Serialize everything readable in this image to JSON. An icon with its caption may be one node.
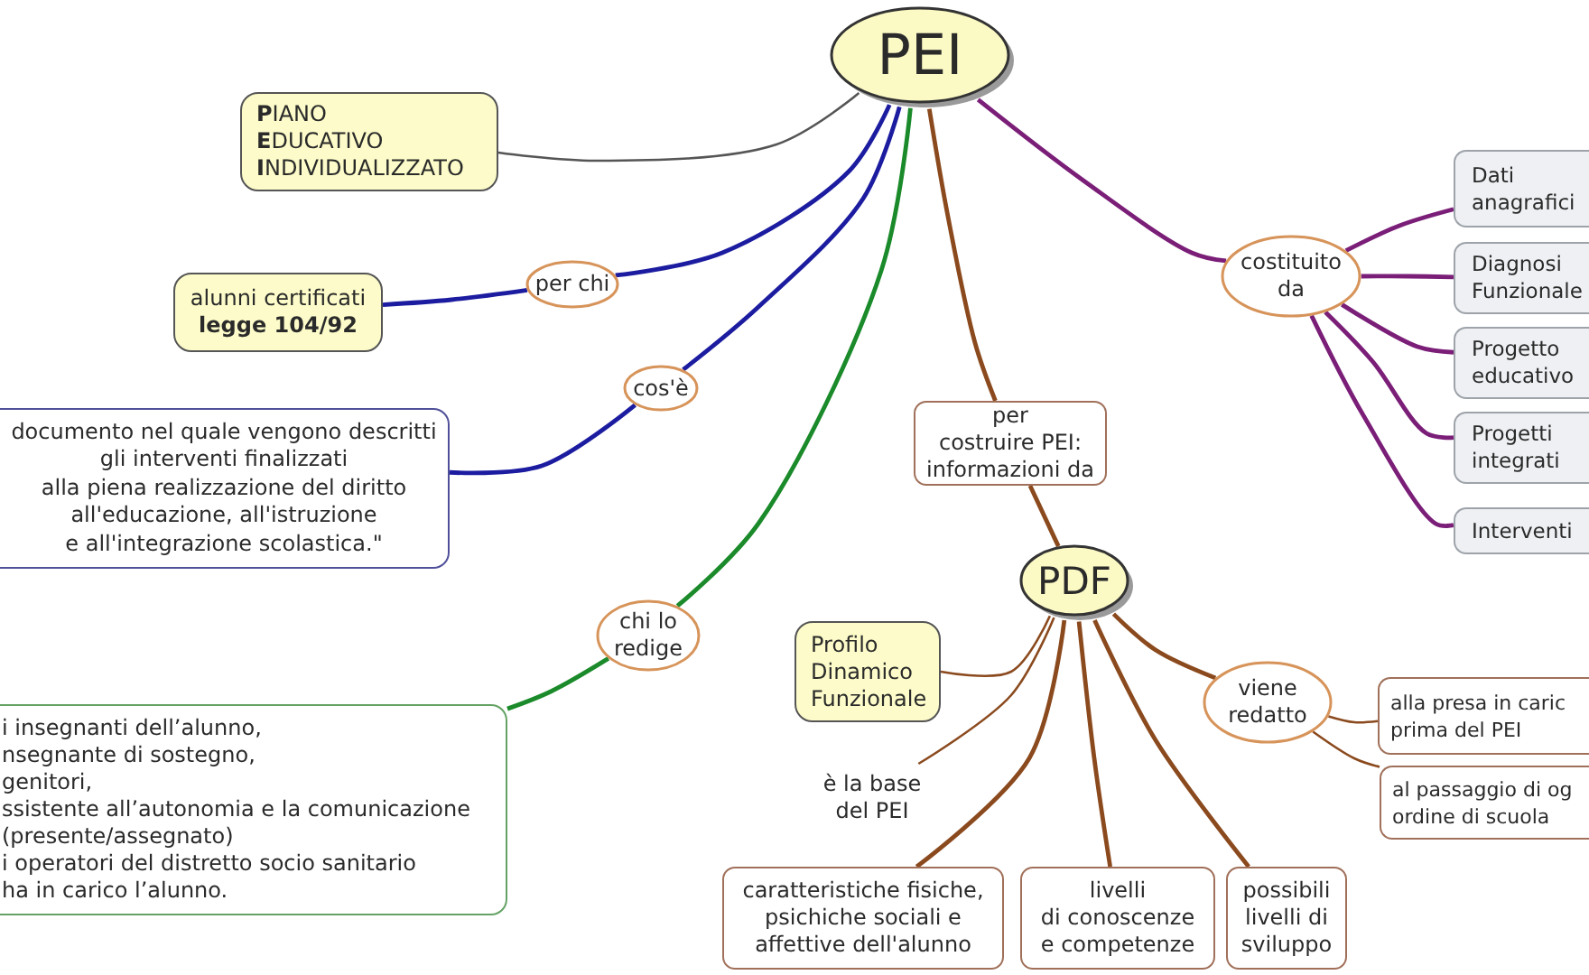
{
  "diagram": {
    "nodes": [
      {
        "text": [
          "PEI"
        ]
      },
      {
        "text": [
          "**P**IANO **E**DUCATIVO **I**NDIVIDUALIZZATO"
        ]
      },
      {
        "text": [
          "per chi"
        ]
      },
      {
        "text": [
          "alunni certificati **legge 104/92**"
        ]
      },
      {
        "text": [
          "cos'è"
        ]
      },
      {
        "text": [
          "documento nel quale vengono descritti gli interventi finalizzati alla piena realizzazione del diritto all'educazione, all'istruzione e all'integrazione scolastica.\""
        ]
      },
      {
        "text": [
          "chi lo redige"
        ]
      },
      {
        "text": [
          "i insegnanti dell’alunno, nsegnante di sostegno, genitori, ssistente all’autonomia e la comunicazione (presente/assegnato) i operatori del distretto socio sanitario ha in carico l’alunno."
        ]
      },
      {
        "text": [
          "per costruire PEI: informazioni da"
        ]
      },
      {
        "text": [
          "costituito da"
        ]
      },
      {
        "text": [
          "Dati anagrafici"
        ]
      },
      {
        "text": [
          "Diagnosi Funzionale"
        ]
      },
      {
        "text": [
          "Progetto educativo"
        ]
      },
      {
        "text": [
          "Progetti integrati"
        ]
      },
      {
        "text": [
          "Interventi"
        ]
      },
      {
        "text": [
          "PDF"
        ]
      },
      {
        "text": [
          "Profilo Dinamico Funzionale"
        ]
      },
      {
        "text": [
          "è la base del PEI"
        ]
      },
      {
        "text": [
          "viene redatto"
        ]
      },
      {
        "text": [
          "alla presa in caric prima del PEI"
        ]
      },
      {
        "text": [
          "al passaggio di og ordine di scuola"
        ]
      },
      {
        "text": [
          "caratteristiche fisiche, psichiche sociali e affettive dell'alunno"
        ]
      },
      {
        "text": [
          "livelli di conoscenze e competenze"
        ]
      },
      {
        "text": [
          "possibili livelli di sviluppo"
        ]
      }
    ],
    "edges": [
      {
        "from": 0,
        "to": 1,
        "arrow": "none",
        "color": "#555555"
      },
      {
        "from": 0,
        "to": 2,
        "arrow": "none",
        "color": "#1c1ca0"
      },
      {
        "from": 2,
        "to": 3,
        "arrow": "none",
        "color": "#1c1ca0"
      },
      {
        "from": 0,
        "to": 4,
        "arrow": "none",
        "color": "#1c1ca0"
      },
      {
        "from": 4,
        "to": 5,
        "arrow": "none",
        "color": "#1c1ca0"
      },
      {
        "from": 0,
        "to": 6,
        "arrow": "none",
        "color": "#1a8a2a"
      },
      {
        "from": 6,
        "to": 7,
        "arrow": "none",
        "color": "#1a8a2a"
      },
      {
        "from": 0,
        "to": 8,
        "arrow": "none"
      },
      {
        "from": 8,
        "to": 15,
        "arrow": "none"
      },
      {
        "from": 0,
        "to": 9,
        "arrow": "none",
        "color": "#7a1e78"
      },
      {
        "from": 9,
        "to": 10,
        "arrow": "none",
        "color": "#7a1e78"
      },
      {
        "from": 9,
        "to": 11,
        "arrow": "none",
        "color": "#7a1e78"
      },
      {
        "from": 9,
        "to": 12,
        "arrow": "none",
        "color": "#7a1e78"
      },
      {
        "from": 9,
        "to": 13,
        "arrow": "none",
        "color": "#7a1e78"
      },
      {
        "from": 9,
        "to": 14,
        "arrow": "none",
        "color": "#7a1e78"
      },
      {
        "from": 15,
        "to": 16,
        "arrow": "none"
      },
      {
        "from": 15,
        "to": 17,
        "arrow": "none"
      },
      {
        "from": 15,
        "to": 18,
        "arrow": "none"
      },
      {
        "from": 18,
        "to": 19,
        "arrow": "none"
      },
      {
        "from": 18,
        "to": 20,
        "arrow": "none"
      },
      {
        "from": 15,
        "to": 21,
        "arrow": "none"
      },
      {
        "from": 15,
        "to": 22,
        "arrow": "none"
      },
      {
        "from": 15,
        "to": 23,
        "arrow": "none"
      }
    ]
  }
}
